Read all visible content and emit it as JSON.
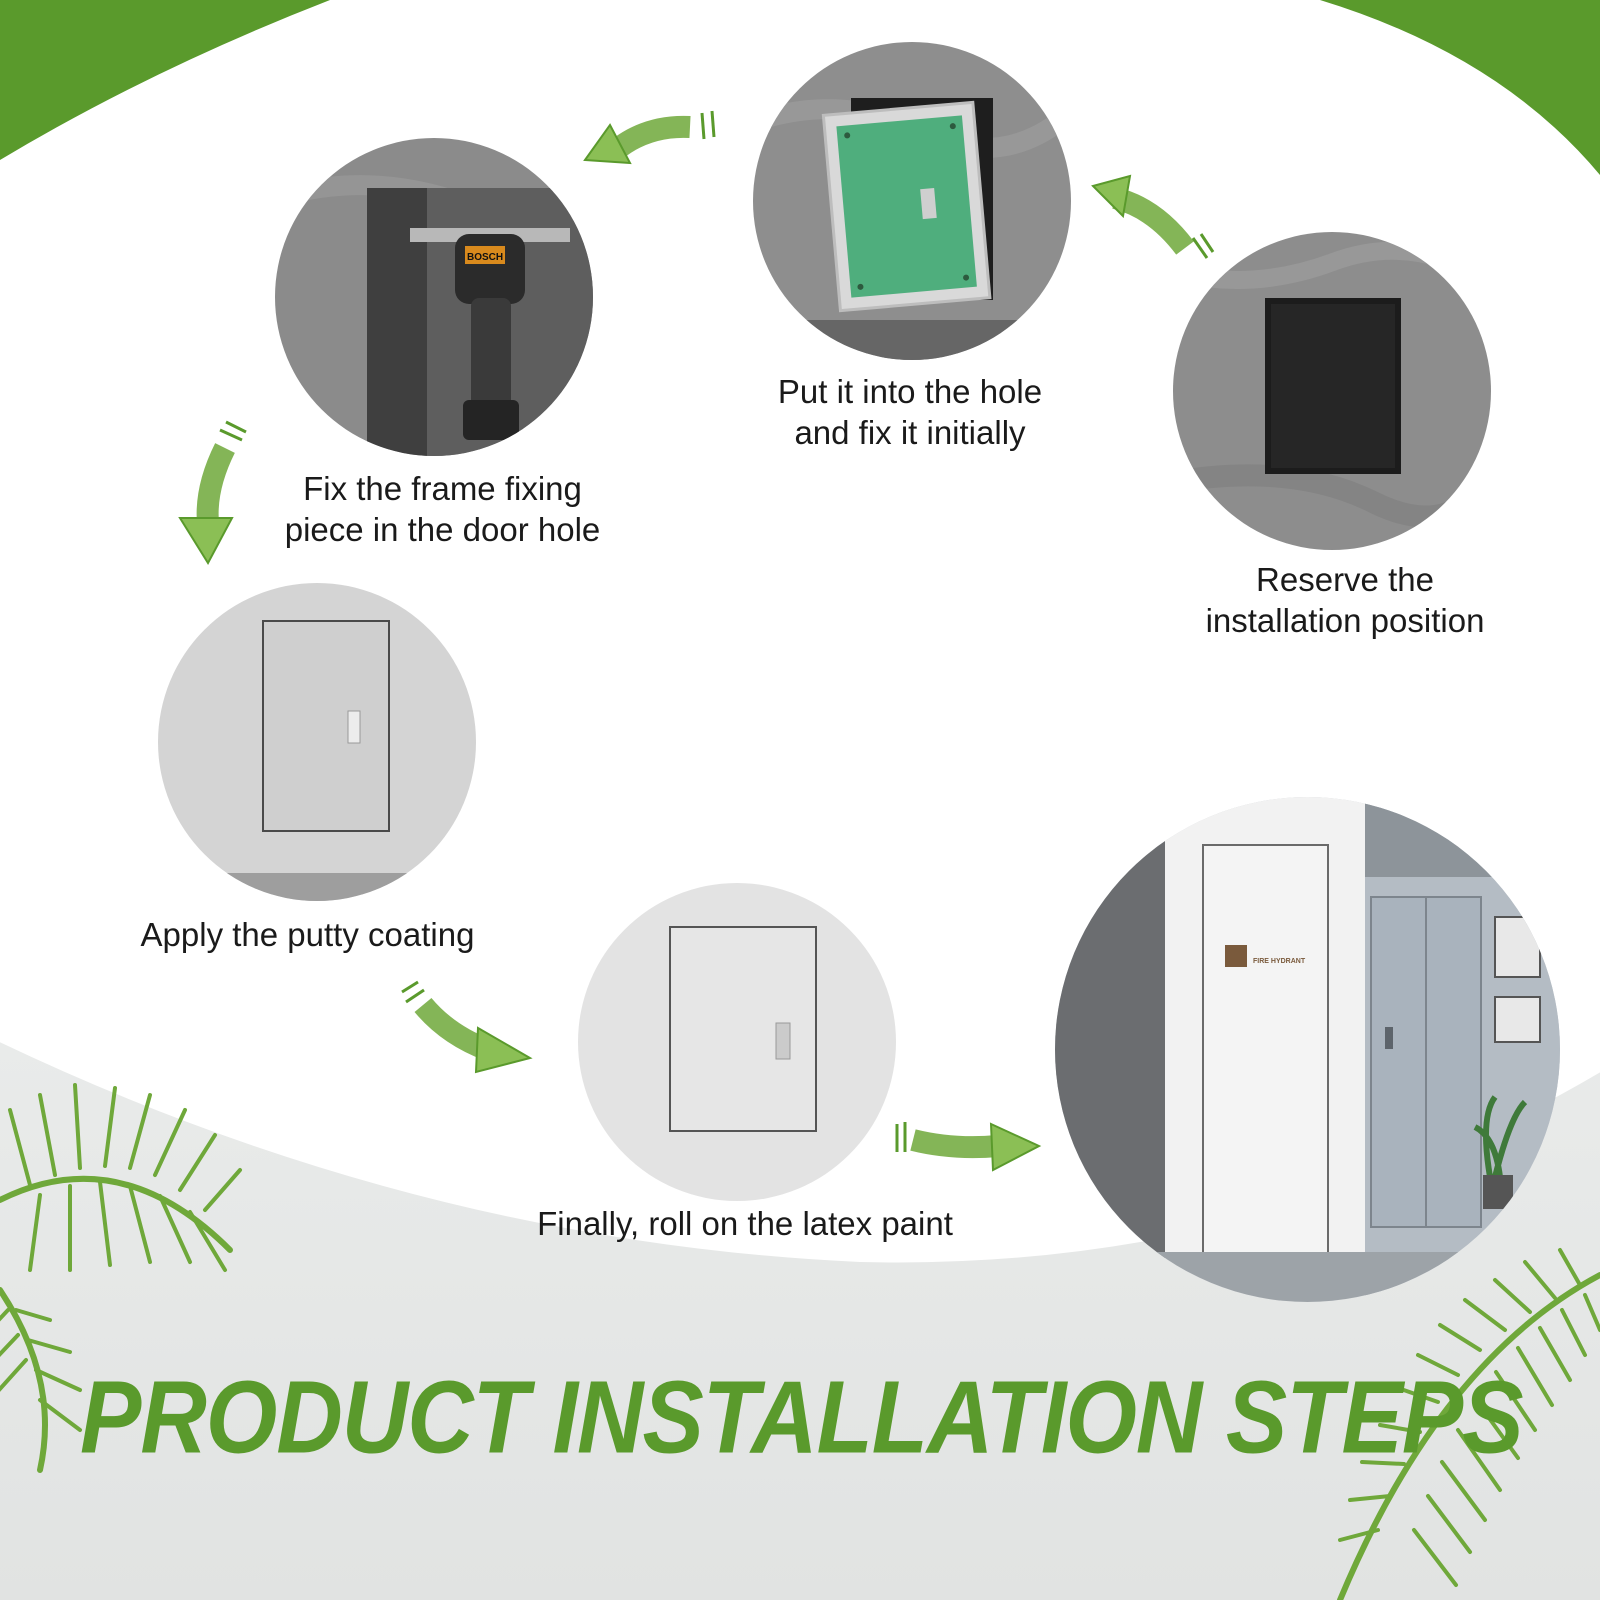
{
  "colors": {
    "accent_green": "#5a9a2c",
    "leaf_green": "#6fa83a",
    "band_gray": "#e4e6e5",
    "concrete": "#8f8f8f"
  },
  "steps": [
    {
      "label_lines": [
        "Reserve the",
        "installation position"
      ]
    },
    {
      "label_lines": [
        "Put it into the hole",
        "and fix it initially"
      ]
    },
    {
      "label_lines": [
        "Fix the frame fixing",
        "piece in the door hole"
      ]
    },
    {
      "label_lines": [
        "Apply the putty coating"
      ]
    },
    {
      "label_lines": [
        "Finally, roll on the latex paint"
      ]
    }
  ],
  "illustrations": {
    "drill_brand": "BOSCH",
    "sign_text": "FIRE HYDRANT"
  },
  "arrows": [
    "arrow-icon",
    "arrow-icon",
    "arrow-icon",
    "arrow-icon",
    "arrow-icon"
  ],
  "decor": [
    "palm-leaf-icon",
    "palm-leaf-icon"
  ],
  "title": "PRODUCT INSTALLATION STEPS"
}
